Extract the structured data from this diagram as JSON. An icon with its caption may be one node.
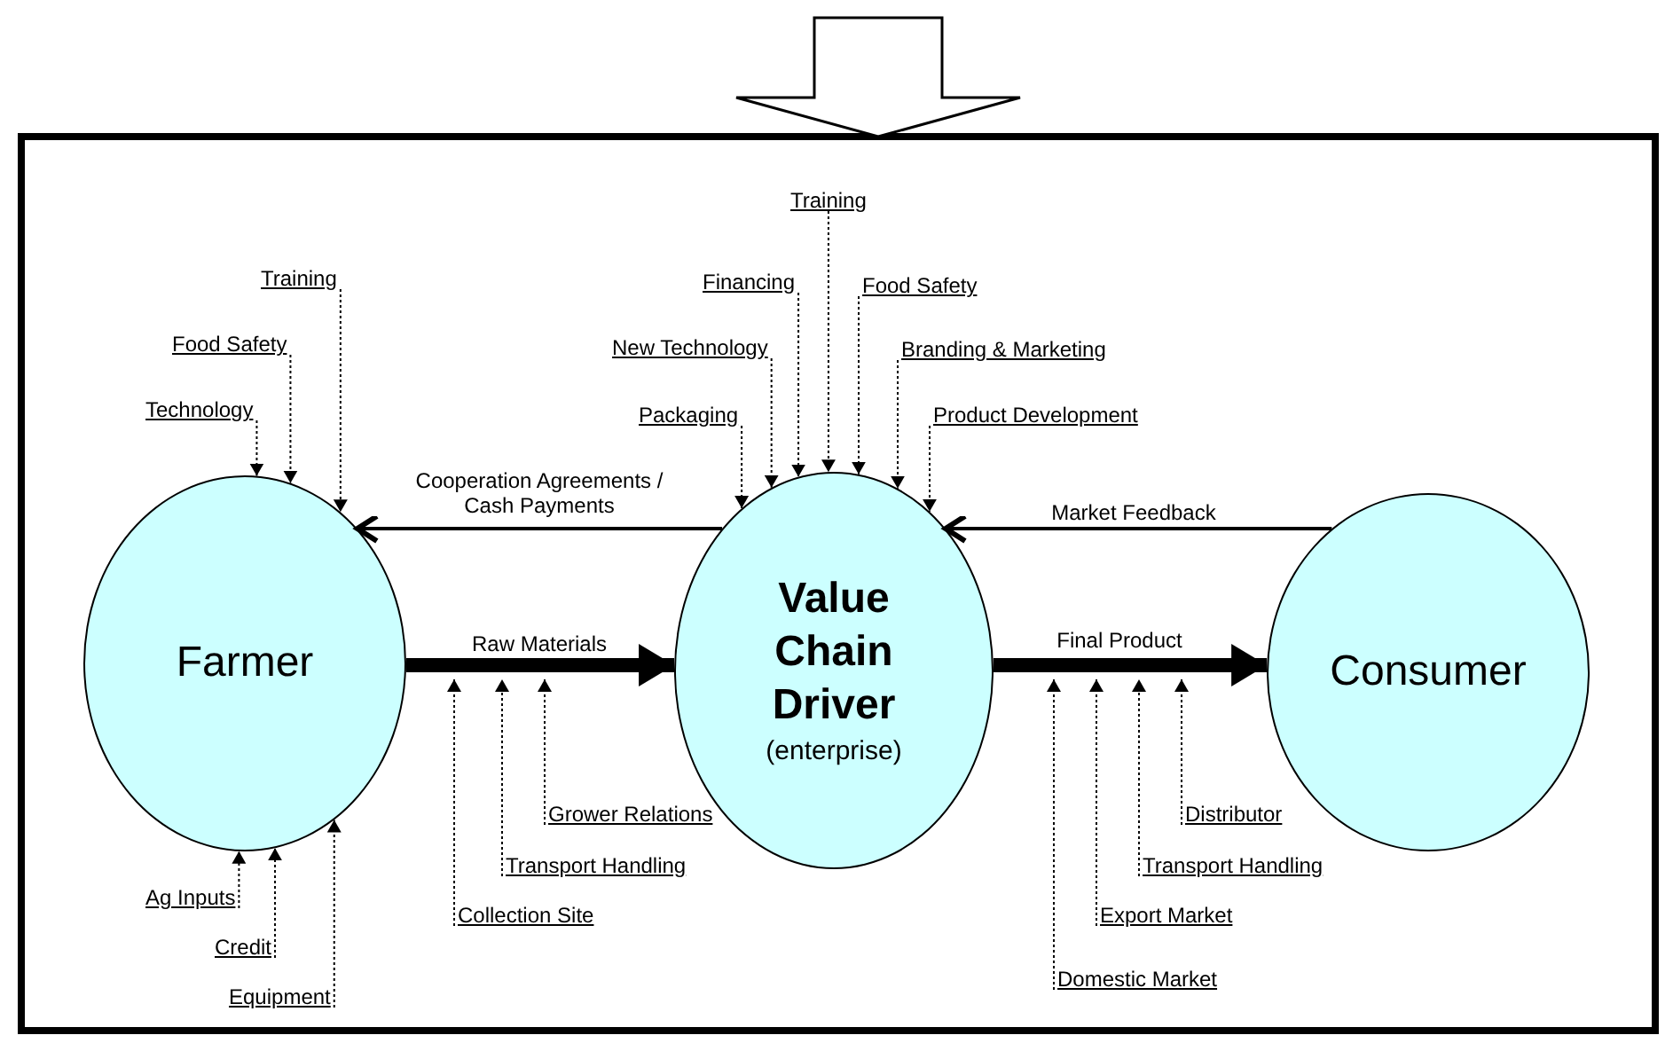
{
  "diagram": {
    "nodes": [
      {
        "text": [],
        "shape": "box"
      },
      {
        "text": [
          "Farmer"
        ],
        "in": 0
      },
      {
        "text": [
          "Value Chain Driver",
          "(enterprise)"
        ],
        "in": 0
      },
      {
        "text": [
          "Consumer"
        ],
        "in": 0
      },
      {
        "text": [
          "Training"
        ],
        "in": 0
      },
      {
        "text": [
          "Training"
        ],
        "in": 0
      },
      {
        "text": [
          "Financing"
        ],
        "in": 0
      },
      {
        "text": [
          "Food Safety"
        ],
        "in": 0
      },
      {
        "text": [
          "Food Safety"
        ],
        "in": 0
      },
      {
        "text": [
          "New Technology"
        ],
        "in": 0
      },
      {
        "text": [
          "Branding & Marketing"
        ],
        "in": 0
      },
      {
        "text": [
          "Technology"
        ],
        "in": 0
      },
      {
        "text": [
          "Packaging"
        ],
        "in": 0
      },
      {
        "text": [
          "Product Development"
        ],
        "in": 0
      },
      {
        "text": [
          "Grower Relations"
        ],
        "in": 0
      },
      {
        "text": [
          "Distributor"
        ],
        "in": 0
      },
      {
        "text": [
          "Transport Handling"
        ],
        "in": 0
      },
      {
        "text": [
          "Transport Handling"
        ],
        "in": 0
      },
      {
        "text": [
          "Ag Inputs"
        ],
        "in": 0
      },
      {
        "text": [
          "Collection Site"
        ],
        "in": 0
      },
      {
        "text": [
          "Export Market"
        ],
        "in": 0
      },
      {
        "text": [
          "Credit"
        ],
        "in": 0
      },
      {
        "text": [
          "Domestic Market"
        ],
        "in": 0
      },
      {
        "text": [
          "Equipment"
        ],
        "in": 0
      }
    ],
    "edges": [
      {
        "from": null,
        "to": 0,
        "arrow": "to",
        "style": "thick"
      },
      {
        "from": 2,
        "to": 1,
        "arrow": "to",
        "label": "Cooperation Agreements / Cash Payments"
      },
      {
        "from": 1,
        "to": 2,
        "arrow": "to",
        "label": "Raw Materials",
        "style": "thick"
      },
      {
        "from": 3,
        "to": 2,
        "arrow": "to",
        "label": "Market Feedback"
      },
      {
        "from": 2,
        "to": 3,
        "arrow": "to",
        "label": "Final Product",
        "style": "thick"
      },
      {
        "from": 4,
        "to": 2,
        "arrow": "to",
        "style": "dashed"
      },
      {
        "from": 5,
        "to": 1,
        "arrow": "to",
        "style": "dashed"
      },
      {
        "from": 6,
        "to": 2,
        "arrow": "to",
        "style": "dashed"
      },
      {
        "from": 7,
        "to": 2,
        "arrow": "to",
        "style": "dashed"
      },
      {
        "from": 8,
        "to": 1,
        "arrow": "to",
        "style": "dashed"
      },
      {
        "from": 9,
        "to": 2,
        "arrow": "to",
        "style": "dashed"
      },
      {
        "from": 10,
        "to": 2,
        "arrow": "to",
        "style": "dashed"
      },
      {
        "from": 11,
        "to": 1,
        "arrow": "to",
        "style": "dashed"
      },
      {
        "from": 12,
        "to": 2,
        "arrow": "to",
        "style": "dashed"
      },
      {
        "from": 13,
        "to": 2,
        "arrow": "to",
        "style": "dashed"
      },
      {
        "from": 14,
        "to": null,
        "arrow": "to",
        "style": "dashed"
      },
      {
        "from": 15,
        "to": null,
        "arrow": "to",
        "style": "dashed"
      },
      {
        "from": 16,
        "to": null,
        "arrow": "to",
        "style": "dashed"
      },
      {
        "from": 17,
        "to": null,
        "arrow": "to",
        "style": "dashed"
      },
      {
        "from": 18,
        "to": 1,
        "arrow": "to",
        "style": "dashed"
      },
      {
        "from": 19,
        "to": null,
        "arrow": "to",
        "style": "dashed"
      },
      {
        "from": 20,
        "to": null,
        "arrow": "to",
        "style": "dashed"
      },
      {
        "from": 21,
        "to": 1,
        "arrow": "to",
        "style": "dashed"
      },
      {
        "from": 22,
        "to": null,
        "arrow": "to",
        "style": "dashed"
      },
      {
        "from": 23,
        "to": 1,
        "arrow": "to",
        "style": "dashed"
      }
    ]
  }
}
